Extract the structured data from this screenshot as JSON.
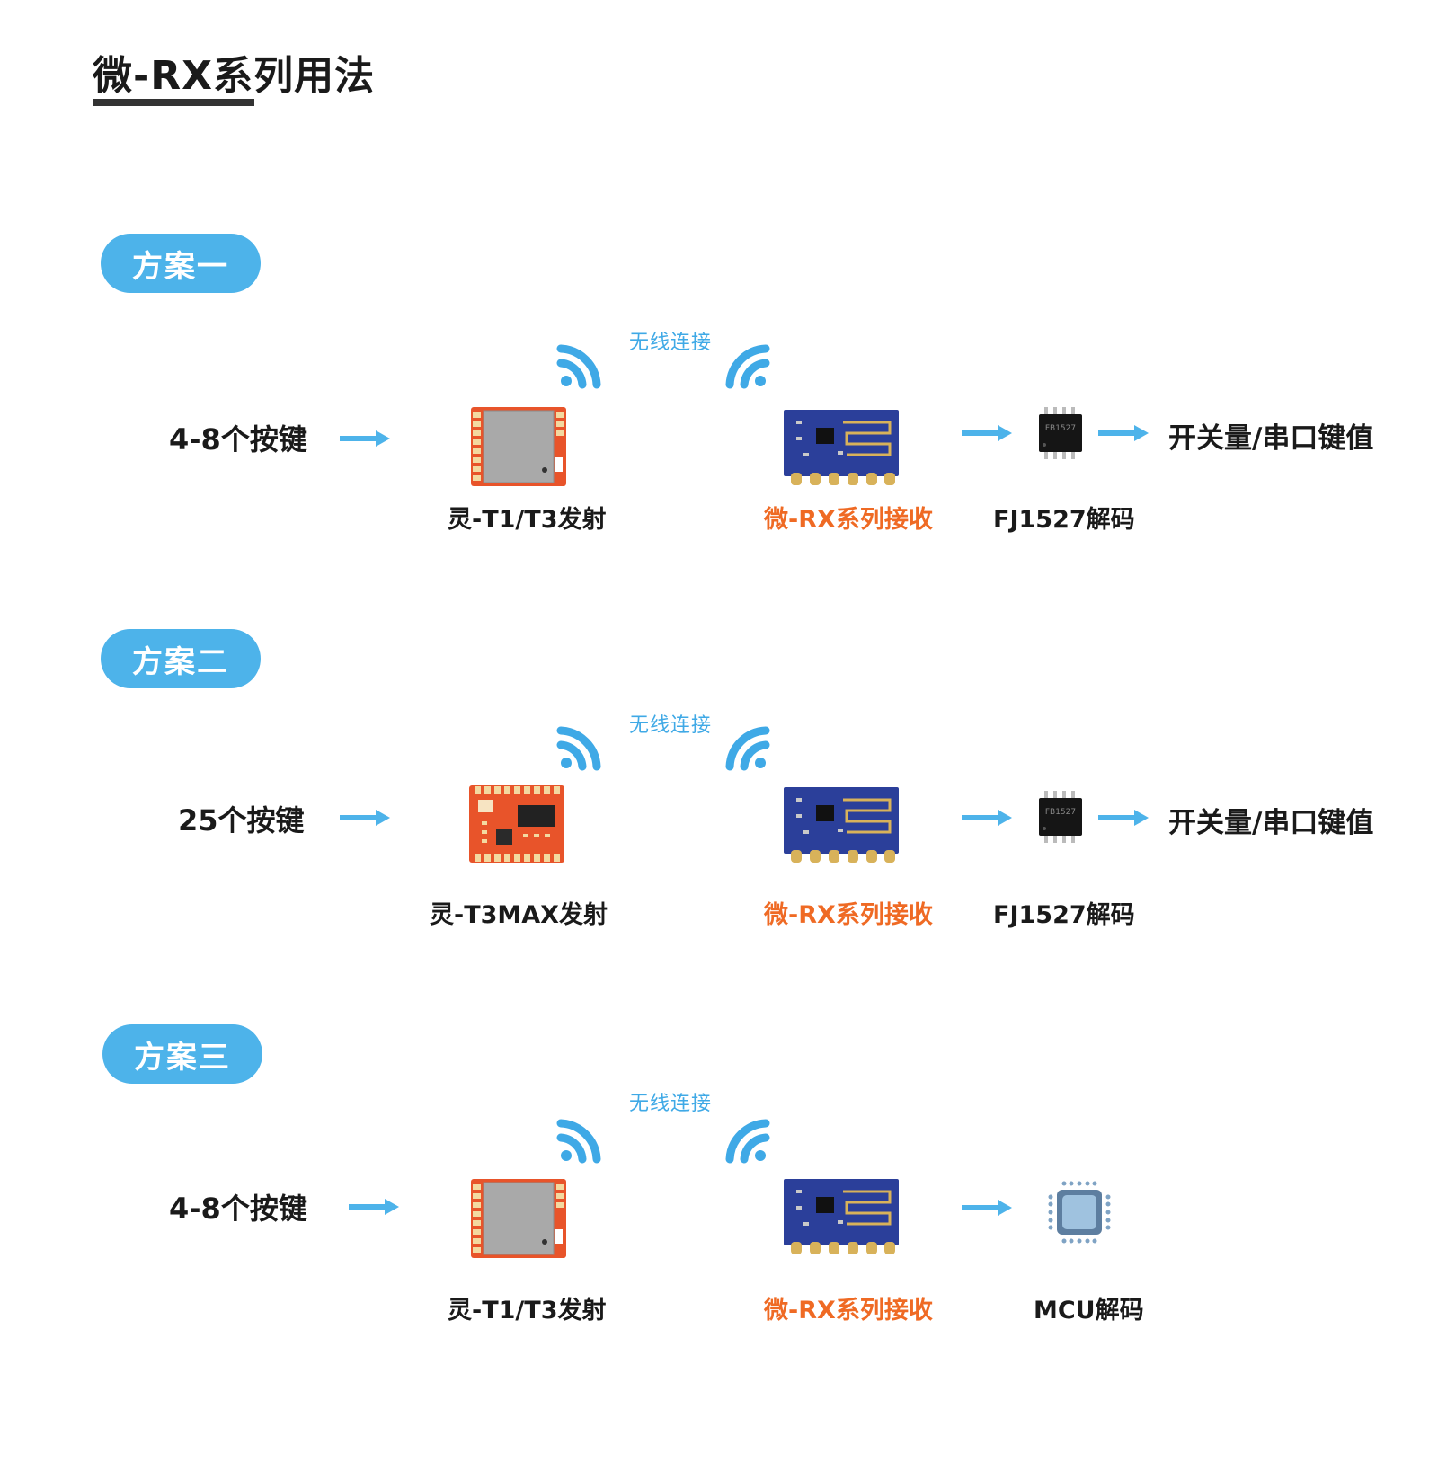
{
  "title": "微-RX系列用法",
  "colors": {
    "accent_blue": "#4db3ea",
    "label_blue": "#3fa9e6",
    "receiver_orange": "#ef6a24",
    "tx_board_orange": "#e8542a",
    "rx_board_blue": "#2b3f9a"
  },
  "schemes": [
    {
      "name": "方案一",
      "wireless_label": "无线连接",
      "input": "4-8个按键",
      "transmitter": "灵-T1/T3发射",
      "receiver": "微-RX系列接收",
      "decoder": "FJ1527解码",
      "chip_marking": "FB1527",
      "output": "开关量/串口键值"
    },
    {
      "name": "方案二",
      "wireless_label": "无线连接",
      "input": "25个按键",
      "transmitter": "灵-T3MAX发射",
      "receiver": "微-RX系列接收",
      "decoder": "FJ1527解码",
      "chip_marking": "FB1527",
      "output": "开关量/串口键值"
    },
    {
      "name": "方案三",
      "wireless_label": "无线连接",
      "input": "4-8个按键",
      "transmitter": "灵-T1/T3发射",
      "receiver": "微-RX系列接收",
      "decoder": "MCU解码"
    }
  ]
}
